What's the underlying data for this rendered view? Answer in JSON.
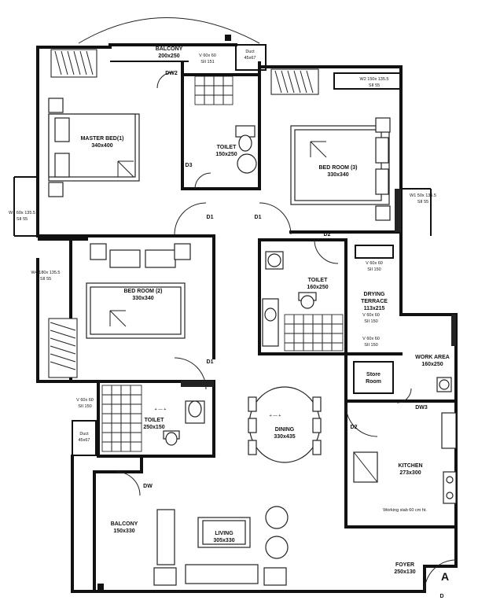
{
  "rooms": {
    "balcony_top": {
      "name": "BALCONY",
      "size": "200x250"
    },
    "master_bed": {
      "name": "MASTER BED(1)",
      "size": "340x400"
    },
    "toilet_master": {
      "name": "TOILET",
      "size": "150x250"
    },
    "bed_room_2": {
      "name": "BED ROOM (2)",
      "size": "330x340"
    },
    "bed_room_3": {
      "name": "BED ROOM (3)",
      "size": "330x340"
    },
    "toilet_right": {
      "name": "TOILET",
      "size": "160x250"
    },
    "drying_terrace": {
      "name": "DRYING",
      "name2": "TERRACE",
      "size": "113x215"
    },
    "work_area": {
      "name": "WORK AREA",
      "size": "160x250"
    },
    "toilet_common": {
      "name": "TOILET",
      "size": "250x150"
    },
    "dining": {
      "name": "DINING",
      "size": "330x435"
    },
    "kitchen": {
      "name": "KITCHEN",
      "size": "273x300"
    },
    "living": {
      "name": "LIVING",
      "size": "305x330"
    },
    "balcony_left": {
      "name": "BALCONY",
      "size": "150x330"
    },
    "foyer": {
      "name": "FOYER",
      "size": "250x130"
    },
    "duct_top": {
      "name": "Duct",
      "size": "45x67"
    },
    "duct_left": {
      "name": "Duct",
      "size": "45x67"
    },
    "store": {
      "name": "Store",
      "size": "Room"
    }
  },
  "windows": {
    "w2": {
      "l1": "W2 150x 135.5",
      "l2": "SII 55"
    },
    "w1_right": {
      "l1": "W1 50x 135.5",
      "l2": "SII 55"
    },
    "w1_left": {
      "l1": "W1 60x 135.5",
      "l2": "SII 55"
    },
    "w4": {
      "l1": "W4 180x 135.5",
      "l2": "SII 55"
    },
    "v_top": {
      "l1": "V 60x 60",
      "l2": "SII 151"
    },
    "v_left": {
      "l1": "V 60x 60",
      "l2": "SII 150"
    },
    "v_dry1": {
      "l1": "V 60x 60",
      "l2": "SII 150"
    },
    "v_dry2": {
      "l1": "V 60x 60",
      "l2": "SII 150"
    },
    "v_store": {
      "l1": "V 60x 60",
      "l2": "SII 150"
    }
  },
  "doors": {
    "d1a": "D1",
    "d1b": "D1",
    "d1c": "D1",
    "d2a": "D2",
    "d2b": "D2",
    "d3": "D3",
    "dw2": "DW2",
    "dw3": "DW3",
    "dw": "DW",
    "main": "A",
    "main_door": "D"
  },
  "notes": {
    "kitchen_slab": "Working slab 60 cm ht.",
    "temp1": "+ — +",
    "temp2": "+ — +"
  }
}
